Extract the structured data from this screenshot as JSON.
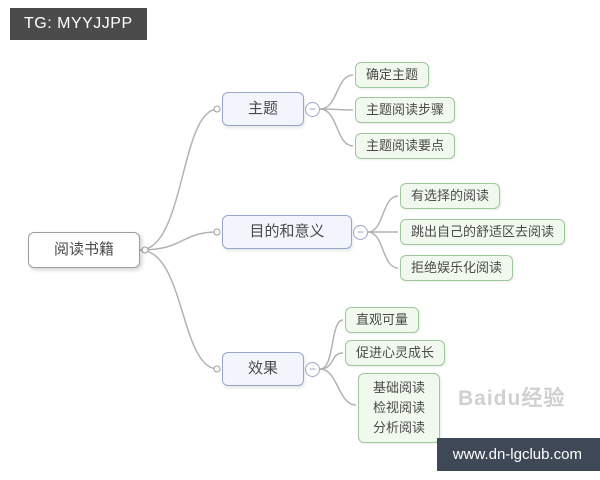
{
  "badges": {
    "tg": "TG: MYYJJPP",
    "site": "www.dn-lgclub.com"
  },
  "watermark": {
    "text": "Baidu经验"
  },
  "icons": {
    "collapse": "−"
  },
  "colors": {
    "badge_dark": "#4b4b4b",
    "site_badge": "#3f4856",
    "branch_border": "#9aa5cc",
    "branch_fill": "#f3f5fc",
    "leaf_border": "#9cc89c",
    "leaf_fill": "#f1f9ee",
    "connector": "#b3b3b3"
  },
  "mindmap": {
    "root": {
      "label": "阅读书籍"
    },
    "branches": [
      {
        "label": "主题",
        "children": [
          {
            "label": "确定主题"
          },
          {
            "label": "主题阅读步骤"
          },
          {
            "label": "主题阅读要点"
          }
        ]
      },
      {
        "label": "目的和意义",
        "children": [
          {
            "label": "有选择的阅读"
          },
          {
            "label": "跳出自己的舒适区去阅读"
          },
          {
            "label": "拒绝娱乐化阅读"
          }
        ]
      },
      {
        "label": "效果",
        "children": [
          {
            "label": "直观可量"
          },
          {
            "label": "促进心灵成长"
          },
          {
            "label": "基础阅读\n检视阅读\n分析阅读"
          }
        ]
      }
    ]
  }
}
